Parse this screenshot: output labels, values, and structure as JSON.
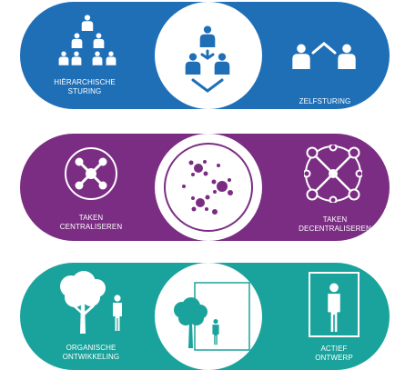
{
  "colors": {
    "band1": "#1f6fb7",
    "band2": "#7a2d82",
    "band3": "#1aa39c",
    "white": "#ffffff"
  },
  "rows": [
    {
      "left_label": "HIËRARCHISCHE\nSTURING",
      "right_label": "ZELFSTURING"
    },
    {
      "left_label": "TAKEN\nCENTRALISEREN",
      "right_label": "TAKEN\nDECENTRALISEREN"
    },
    {
      "left_label": "ORGANISCHE\nONTWIKKELING",
      "right_label": "ACTIEF\nONTWERP"
    }
  ],
  "icons": {
    "row1_left": "hierarchy-people-icon",
    "row1_center": "group-people-icon",
    "row1_right": "two-people-icon",
    "row2_left": "centralized-network-icon",
    "row2_center": "scattered-dots-icon",
    "row2_right": "decentralized-network-icon",
    "row3_left": "tree-person-icon",
    "row3_center": "tree-person-frame-icon",
    "row3_right": "person-in-frame-icon"
  }
}
